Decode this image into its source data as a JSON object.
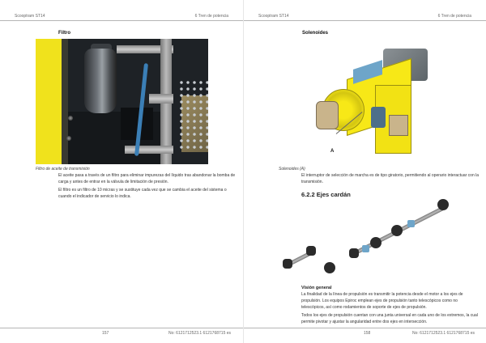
{
  "left_page": {
    "header": {
      "left": "Scooptram ST14",
      "right": "6 Tren de potencia"
    },
    "figure": {
      "title": "Filtro",
      "image_alt": "filter-photo",
      "caption": "Filtro de aceite de transmisión"
    },
    "paragraphs": [
      "El aceite pasa a través de un filtro para eliminar impurezas del líquido tras abandonar la bomba de carga y antes de entrar en la válvula de limitación de presión.",
      "El filtro es un filtro de 10 micras y se sustituye cada vez que se cambia el aceite del sistema o cuando el indicador de servicio lo indica."
    ],
    "footer": {
      "page_number": "157",
      "doc_number": "No: 6121712523.1 6121768715 es"
    }
  },
  "right_page": {
    "header": {
      "left": "Scooptram ST14",
      "right": "6 Tren de potencia"
    },
    "figure": {
      "title": "Solenoides",
      "image_alt": "transmission-illustration",
      "callout": "A",
      "caption": "Solenoides (A)"
    },
    "paragraphs_top": [
      "El interruptor de selección de marcha es de tipo giratorio, permitiendo al operario interactuar con la transmisión."
    ],
    "section": {
      "heading": "6.2.2 Ejes cardán"
    },
    "shaft_figure": {
      "image_alt": "cardan-shafts-illustration"
    },
    "subsection": {
      "heading": "Visión general"
    },
    "paragraphs_bottom": [
      "La finalidad de la línea de propulsión es transmitir la potencia desde el motor a los ejes de propulsión. Los equipos Epiroc emplean ejes de propulsión tanto telescópicos como no telescópicos, así como rodamientos de soporte de ejes de propulsión.",
      "Todos los ejes de propulsión cuentan con una junta universal en cada uno de los extremos, la cual permite pivotar y ajustar la angularidad entre dos ejes en intersección."
    ],
    "footer": {
      "page_number": "158",
      "doc_number": "No: 6121712523.1 6121768715 es"
    }
  },
  "colors": {
    "machine_yellow": "#f7e817",
    "accent_blue": "#6ea5c9",
    "rule_gray": "#b5b5b5"
  }
}
